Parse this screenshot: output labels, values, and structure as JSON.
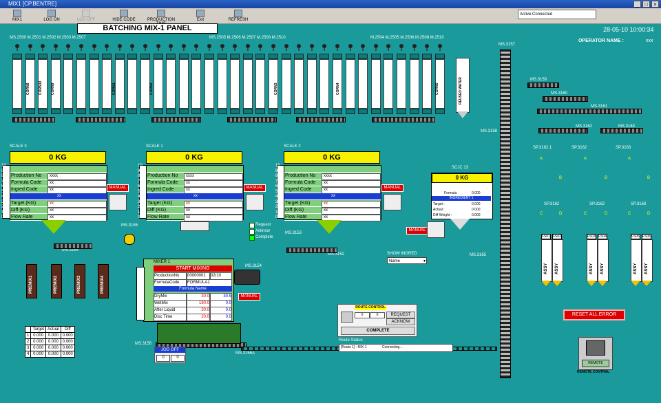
{
  "window": {
    "title": "MIX1 [CP.BENTRE]"
  },
  "toolbar": [
    {
      "label": "MIX1",
      "icon": "mix-icon",
      "enabled": true
    },
    {
      "label": "LOG ON",
      "icon": "logon-icon",
      "enabled": true
    },
    {
      "label": "LOG OFF",
      "icon": "logoff-icon",
      "enabled": false
    },
    {
      "label": "HIDE CODE",
      "icon": "hidecode-icon",
      "enabled": true
    },
    {
      "label": "PRODUCTION TIME",
      "icon": "clock-icon",
      "enabled": true
    },
    {
      "label": "Exit",
      "icon": "exit-icon",
      "enabled": true
    },
    {
      "label": "REFRESH",
      "icon": "refresh-icon",
      "enabled": true
    }
  ],
  "status": "Active:Connected",
  "panel_title": "BATCHING MIX-1    PANEL",
  "datetime": "28-05-10 10:00:34",
  "operator": {
    "label": "OPERATOR NAME :",
    "value": "xxx"
  },
  "bin_names": [
    "CORN8",
    "CORN10",
    "CORN9",
    "CORN1",
    "CORN2",
    "CORN3",
    "CORN4",
    "CORN5"
  ],
  "water_bin": "REUSED WATER",
  "scales": [
    {
      "title": "SCALE 3",
      "weight": "0 KG"
    },
    {
      "title": "SCALE 1",
      "weight": "0 KG"
    },
    {
      "title": "SCALE 2",
      "weight": "0 KG"
    }
  ],
  "scale_rows": {
    "production_no": "Production No",
    "formula_code": "Formula Code",
    "ingred_code": "Ingred Code",
    "target": "Target (KG)",
    "diff": "Diff (KG)",
    "flow_rate": "Flow Rate",
    "v_production": "xxxx",
    "v_formula": "xx",
    "v_ingred": "xx",
    "v_blue": "xx",
    "v_xx": "xx"
  },
  "scale_axis": [
    "10",
    "9",
    "8",
    "7",
    "6",
    "5",
    "4",
    "3",
    "2",
    "1",
    "0"
  ],
  "manual_label": "MANUAL",
  "scjc": {
    "title": "SCJC 13",
    "weight": "0 KG",
    "formula_label": "Formula",
    "formula_val": "0.000",
    "ingredient": "INGREDIENT 1",
    "target": "Target :",
    "actual": "Actual :",
    "diff": "Diff Weight :",
    "zero": "0.000"
  },
  "mixer": {
    "title": "MIXER 1",
    "start": "START MIXING",
    "prod_label": "ProductionNo",
    "prod_val": "00000001",
    "prod_cnt": "02/10",
    "formula_label": "FormulaCode",
    "formula_val": "FORMULA1",
    "formula_name": "Formula Name",
    "rows": [
      {
        "name": "DryMix",
        "set": "30.0",
        "act": "30.5"
      },
      {
        "name": "WetMix",
        "set": "180.0",
        "act": "0.0"
      },
      {
        "name": "After Liquid",
        "set": "30.0",
        "act": "0.0"
      },
      {
        "name": "Disc Time",
        "set": "20.0",
        "act": "0.0"
      }
    ]
  },
  "ms_labels": {
    "ms3157": "MS.3157",
    "ms3159": "MS.3159",
    "ms3160": "MS.3160",
    "ms3161": "MS.3161",
    "ms3162": "MS.3162",
    "ms3163": "MS.3163",
    "ms3158": "MS.3158",
    "ms3155": "MS.3155",
    "ms3154": "MS.3154",
    "ms3164": "MS.3164",
    "ms3153": "MS.3153",
    "ms3152": "MS.3152",
    "ms3165": "MS.3165",
    "ms3156": "MS.3156",
    "ms3156a": "MS.3156A"
  },
  "top_labels": {
    "left": "MS.2500 M.2501  M.2502  M.2503  M.2507",
    "mid": "MS.2505 M.2506 M.2507 M.2508 M.2510",
    "right": "M.2504 M.2505  M.2506  M.2508  M.2510",
    "m2503": "M.2503",
    "m2505": "M.2505"
  },
  "request_legend": [
    "Request",
    "Acknow",
    "Complete"
  ],
  "show_ingred": {
    "label": "SHOW INGRED",
    "value": "Name"
  },
  "route_control": {
    "title": "ROUTE CONTROL",
    "request": "REQUEST",
    "acknow": "ACKNOW",
    "complete": "COMPLETE",
    "n1": "0",
    "n2": "0"
  },
  "route_status": {
    "title": "Route Status",
    "route": "[Route 1] : MIX 1",
    "state": "Connecting..."
  },
  "jog": {
    "title": "JOG OFF",
    "v1": "0",
    "v2": "0"
  },
  "silos": [
    "PREMIX1",
    "PREMIX2",
    "PREMIX3",
    "PREMIX4"
  ],
  "results": {
    "headers": [
      "Target",
      "Actual",
      "Diff"
    ],
    "rows": [
      {
        "n": "1",
        "t": "0.000",
        "a": "0.000",
        "d": "0.000"
      },
      {
        "n": "2",
        "t": "0.000",
        "a": "0.000",
        "d": "0.000"
      },
      {
        "n": "3",
        "t": "0.000",
        "a": "0.000",
        "d": "0.000"
      },
      {
        "n": "4",
        "t": "0.000",
        "a": "0.000",
        "d": "0.000"
      }
    ]
  },
  "sp_labels": {
    "sp1": "SP.3162.1",
    "sp2": "SP.3162",
    "sp3": "SP.3163",
    "sp4": "SP.3162",
    "sp5": "SP.3162",
    "sp6": "SP.3163"
  },
  "abcd": {
    "a": "A",
    "b": "B",
    "c": "C",
    "d": "D"
  },
  "fs_labels": [
    "FS01",
    "FS02",
    "FS03",
    "FS04",
    "FS05",
    "FS06"
  ],
  "fs_tank": "ASSY",
  "reset_all_error": "RESET ALL ERROR",
  "remote": {
    "button": "REMOTE",
    "label": "REMOTE CONTRAL"
  }
}
